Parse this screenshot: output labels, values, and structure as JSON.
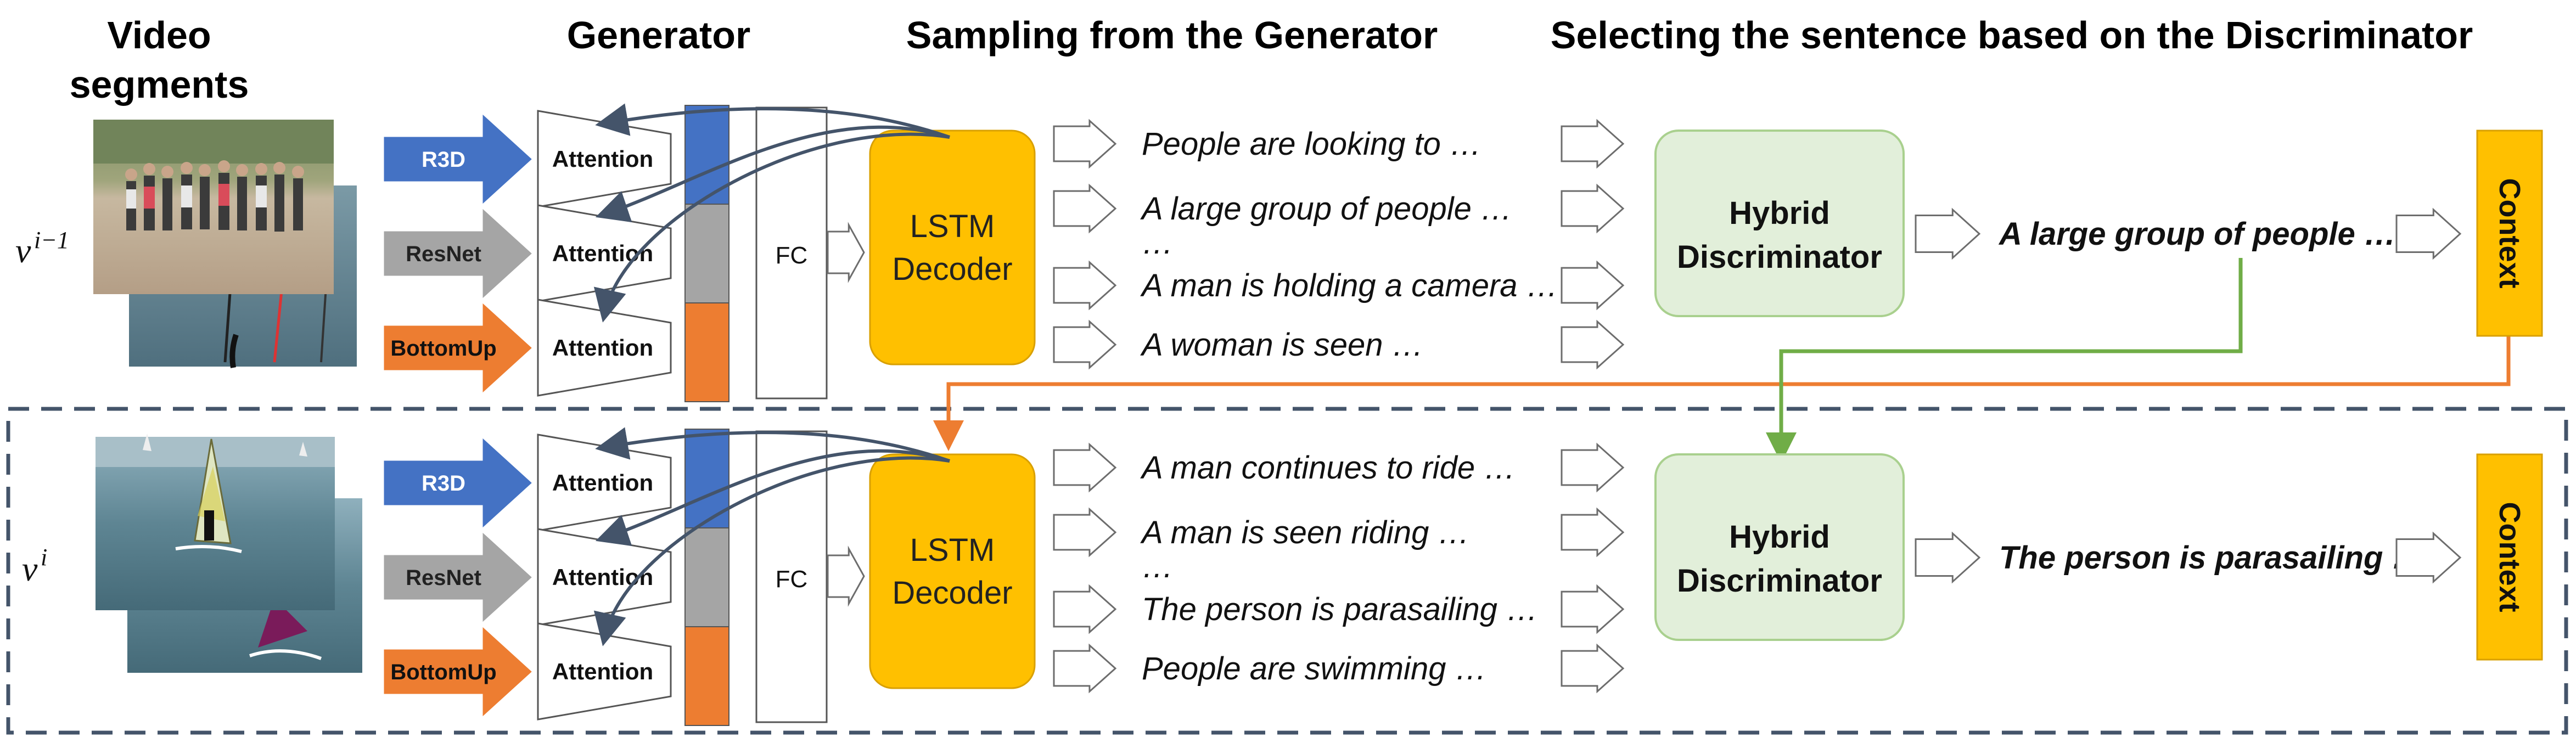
{
  "headers": {
    "video_segments": [
      "Video",
      "segments"
    ],
    "generator": "Generator",
    "sampling": "Sampling from the Generator",
    "selecting": "Selecting the sentence based on the Discriminator"
  },
  "features": [
    "R3D",
    "ResNet",
    "BottomUp"
  ],
  "feature_colors": [
    "#4472c4",
    "#a5a5a5",
    "#ed7d31"
  ],
  "attention_label": "Attention",
  "fc_label": "FC",
  "lstm_label": [
    "LSTM",
    "Decoder"
  ],
  "discriminator_label": [
    "Hybrid",
    "Discriminator"
  ],
  "context_label": "Context",
  "ellipsis": "…",
  "colors": {
    "lstm": "#ffc000",
    "discriminator_fill": "#e2efda",
    "discriminator_stroke": "#a9d08e",
    "context": "#ffc000",
    "curve": "#44546a",
    "orange_link": "#ed7d31",
    "green_link": "#70ad47",
    "dashed_box": "#44546a"
  },
  "rows": [
    {
      "var_base": "v",
      "var_sup": "i−1",
      "sentences": [
        "People are looking to …",
        "A large group of people …",
        "A man is holding a camera …",
        "A woman is seen …"
      ],
      "selected": "A large group of people …"
    },
    {
      "var_base": "v",
      "var_sup": "i",
      "sentences": [
        "A man continues to ride …",
        "A man is seen riding …",
        "The person is parasailing …",
        "People are swimming …"
      ],
      "selected": "The person is parasailing …"
    }
  ]
}
